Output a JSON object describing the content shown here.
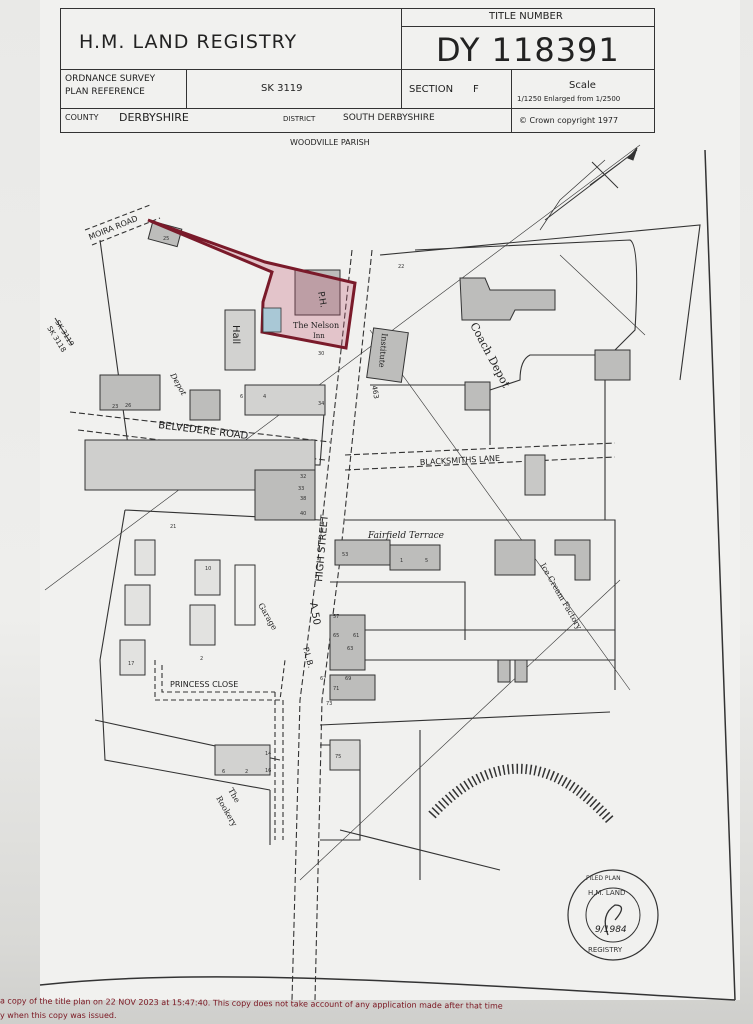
{
  "header": {
    "registry": "H.M. LAND REGISTRY",
    "title_number_label": "TITLE NUMBER",
    "title_number": "DY 118391",
    "os_plan_label_1": "ORDNANCE SURVEY",
    "os_plan_label_2": "PLAN REFERENCE",
    "os_plan_ref": "SK 3119",
    "section_label": "SECTION",
    "section_value": "F",
    "scale_label": "Scale",
    "scale_value": "1/1250 Enlarged from 1/2500",
    "county_label": "COUNTY",
    "county_value": "DERBYSHIRE",
    "district_label": "DISTRICT",
    "district_value": "SOUTH DERBYSHIRE",
    "copyright": "© Crown copyright 1977",
    "parish": "WOODVILLE PARISH"
  },
  "map": {
    "labels": {
      "moira_road": "MOIRA ROAD",
      "sk3119": "SK 3119",
      "sk3118": "SK 3118",
      "hall": "Hall",
      "nelson_inn_1": "The Nelson",
      "nelson_inn_2": "Inn",
      "ph": "P.H.",
      "depot": "Depot",
      "belvedere_road": "BELVEDERE ROAD",
      "institute": "Institute",
      "n463": "463",
      "coach_depot": "Coach Depot",
      "blacksmiths_lane": "BLACKSMITHS LANE",
      "high_street": "HIGH STREET",
      "fairfield_terrace": "Fairfield Terrace",
      "ice_cream_factory": "Ice Cream Factory",
      "a50": "A 50",
      "garage": "Garage",
      "plb": "P.L.B.",
      "princess_close": "PRINCESS CLOSE",
      "the_rookery_1": "The",
      "the_rookery_2": "Rookery"
    },
    "house_numbers": [
      "22",
      "25",
      "23",
      "26",
      "6",
      "4",
      "30",
      "34",
      "32",
      "33",
      "38",
      "40",
      "53",
      "1",
      "5",
      "57",
      "65",
      "61",
      "63",
      "67",
      "69",
      "71",
      "73",
      "75",
      "2",
      "10",
      "17",
      "21",
      "6",
      "2",
      "14",
      "16"
    ],
    "parcel_color": "#c0506a",
    "parcel_border": "#7a1a2a"
  },
  "stamp": {
    "top": "FILED PLAN",
    "ring_top": "H.M. LAND",
    "ring_bottom": "REGISTRY",
    "signature_date": "9/1984"
  },
  "footer": {
    "line1": "a copy of the title plan on 22 NOV 2023 at 15:47:40. This copy does not take account of any application made after that time",
    "line2": "y when this copy was issued."
  }
}
